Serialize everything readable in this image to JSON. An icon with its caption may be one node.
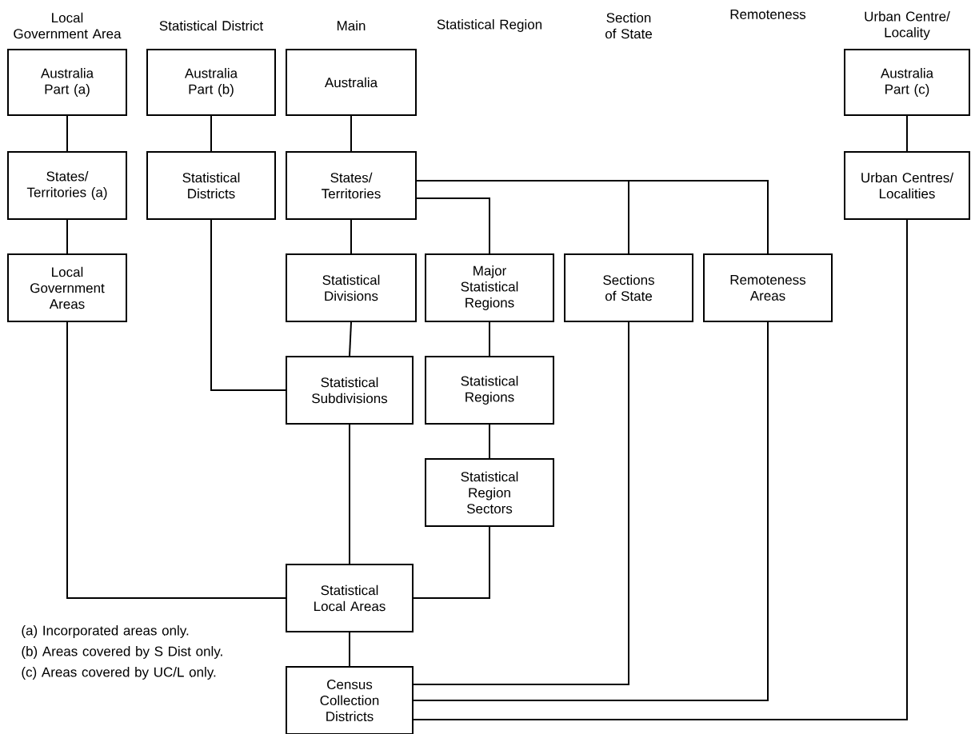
{
  "diagram": {
    "nodes": [
      {
        "text": [
          "Australia Part (a)"
        ]
      },
      {
        "text": [
          "Australia Part (b)"
        ]
      },
      {
        "text": [
          "Australia"
        ]
      },
      {
        "text": [
          "Australia Part (c)"
        ]
      },
      {
        "text": [
          "States/ Territories (a)"
        ]
      },
      {
        "text": [
          "Statistical Districts"
        ]
      },
      {
        "text": [
          "States/ Territories"
        ]
      },
      {
        "text": [
          "Urban Centres/ Localities"
        ]
      },
      {
        "text": [
          "Local Government Areas"
        ]
      },
      {
        "text": [
          "Statistical Divisions"
        ]
      },
      {
        "text": [
          "Major Statistical Regions"
        ]
      },
      {
        "text": [
          "Sections of State"
        ]
      },
      {
        "text": [
          "Remoteness Areas"
        ]
      },
      {
        "text": [
          "Statistical Subdivisions"
        ]
      },
      {
        "text": [
          "Statistical Regions"
        ]
      },
      {
        "text": [
          "Statistical Region Sectors"
        ]
      },
      {
        "text": [
          "Statistical Local Areas"
        ]
      },
      {
        "text": [
          "Census Collection Districts"
        ]
      }
    ],
    "edges": [
      {
        "from": 0,
        "to": 4,
        "arrow": "none"
      },
      {
        "from": 4,
        "to": 8,
        "arrow": "none"
      },
      {
        "from": 8,
        "to": 16,
        "arrow": "none"
      },
      {
        "from": 1,
        "to": 5,
        "arrow": "none"
      },
      {
        "from": 5,
        "to": 13,
        "arrow": "none"
      },
      {
        "from": 2,
        "to": 6,
        "arrow": "none"
      },
      {
        "from": 6,
        "to": 9,
        "arrow": "none"
      },
      {
        "from": 6,
        "to": 10,
        "arrow": "none"
      },
      {
        "from": 6,
        "to": 11,
        "arrow": "none"
      },
      {
        "from": 6,
        "to": 12,
        "arrow": "none"
      },
      {
        "from": 9,
        "to": 13,
        "arrow": "none"
      },
      {
        "from": 13,
        "to": 16,
        "arrow": "none"
      },
      {
        "from": 10,
        "to": 14,
        "arrow": "none"
      },
      {
        "from": 14,
        "to": 15,
        "arrow": "none"
      },
      {
        "from": 15,
        "to": 16,
        "arrow": "none"
      },
      {
        "from": 16,
        "to": 17,
        "arrow": "none"
      },
      {
        "from": 11,
        "to": 17,
        "arrow": "none"
      },
      {
        "from": 12,
        "to": 17,
        "arrow": "none"
      },
      {
        "from": 3,
        "to": 7,
        "arrow": "none"
      },
      {
        "from": 7,
        "to": 17,
        "arrow": "none"
      }
    ],
    "labels": [
      "Local Government Area",
      "Statistical District",
      "Main",
      "Statistical Region",
      "Section of State",
      "Remoteness",
      "Urban Centre/ Locality",
      "(a) Incorporated areas only.",
      "(b) Areas covered by S Dist only.",
      "(c) Areas covered by UC/L only."
    ]
  }
}
